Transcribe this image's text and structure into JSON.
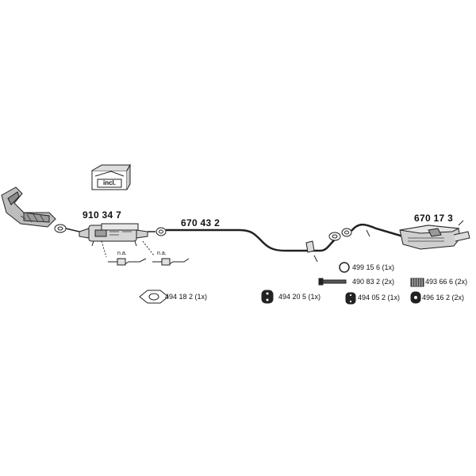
{
  "diagram": {
    "parts": {
      "catalyst": "910 34 7",
      "middle_pipe": "670 43 2",
      "rear_silencer": "670 17 3"
    },
    "kit_label": "incl.",
    "sensor_labels": [
      "n.a.",
      "n.a."
    ],
    "accessories": [
      {
        "code": "494 18 2 (1x)",
        "icon": "gasket-ring-icon"
      },
      {
        "code": "494 20 5 (1x)",
        "icon": "rubber-hanger-icon"
      },
      {
        "code": "499 15 6 (1x)",
        "icon": "o-ring-icon"
      },
      {
        "code": "490 83 2 (2x)",
        "icon": "bolt-icon"
      },
      {
        "code": "493 66 6 (2x)",
        "icon": "spring-icon"
      },
      {
        "code": "494 05 2 (1x)",
        "icon": "mount-bracket-icon"
      },
      {
        "code": "496 16 2 (2x)",
        "icon": "clamp-icon"
      }
    ]
  }
}
